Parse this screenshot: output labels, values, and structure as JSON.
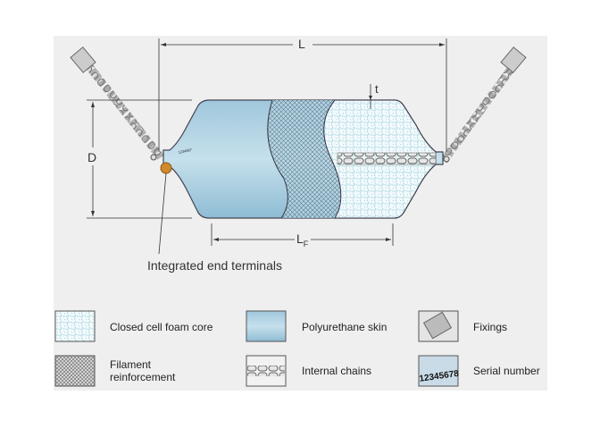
{
  "diagram": {
    "dimensions": {
      "length": "L",
      "diameter": "D",
      "thickness": "t",
      "flat_length_main": "L",
      "flat_length_sub": "F"
    },
    "callout": "Integrated end terminals",
    "serial_on_body": "1234567"
  },
  "legend": [
    {
      "label": "Closed cell foam core"
    },
    {
      "label": "Polyurethane skin"
    },
    {
      "label": "Fixings"
    },
    {
      "label": "Filament reinforcement"
    },
    {
      "label": "Internal chains"
    },
    {
      "label": "Serial number",
      "sample": "12345678"
    }
  ],
  "colors": {
    "skin": "#a9cde0",
    "foam_dot": "#5fb3c0",
    "terminal": "#d08a2a",
    "panel": "#efefef"
  }
}
